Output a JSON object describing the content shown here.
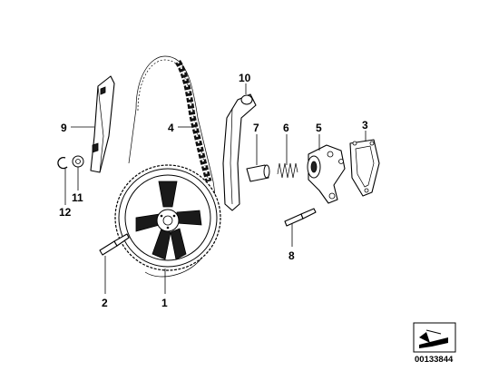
{
  "callouts": [
    {
      "id": "1",
      "label": "1"
    },
    {
      "id": "2",
      "label": "2"
    },
    {
      "id": "3",
      "label": "3"
    },
    {
      "id": "4",
      "label": "4"
    },
    {
      "id": "5",
      "label": "5"
    },
    {
      "id": "6",
      "label": "6"
    },
    {
      "id": "7",
      "label": "7"
    },
    {
      "id": "8",
      "label": "8"
    },
    {
      "id": "9",
      "label": "9"
    },
    {
      "id": "10",
      "label": "10"
    },
    {
      "id": "11",
      "label": "11"
    },
    {
      "id": "12",
      "label": "12"
    }
  ],
  "diagram_code": "00133844",
  "icons": {
    "logo": "parts-diagram-arrow-icon"
  }
}
